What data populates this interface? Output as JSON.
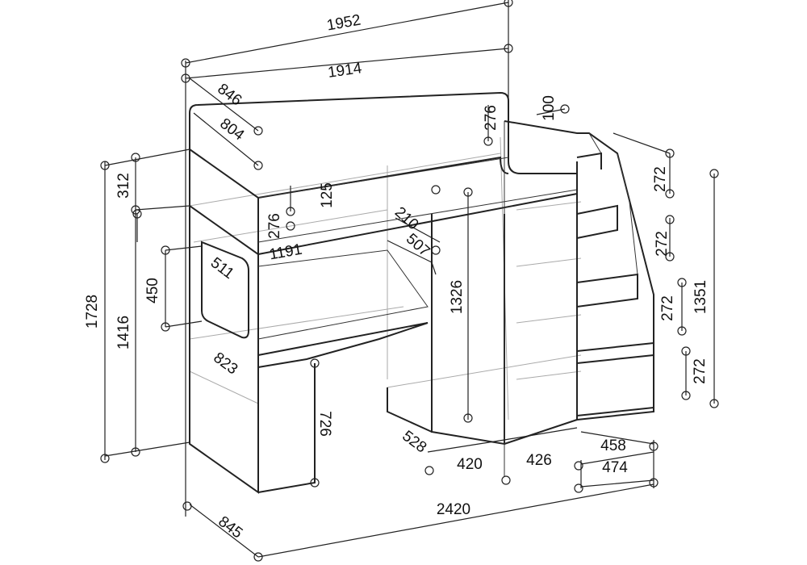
{
  "title": "Loft bed with desk, wardrobe and stair drawers – dimensions drawing",
  "units": "mm",
  "dimensions": {
    "overall_top_length": "1952",
    "inner_top_length": "1914",
    "bed_depth_outer": "846",
    "bed_depth_inner": "804",
    "rail_height_right": "276",
    "step_top": "100",
    "rail_height_left": "312",
    "shelf_gap": "125",
    "rail_height_inner": "276",
    "wardrobe_depth_a": "210",
    "wardrobe_depth_b": "507",
    "bed_inner_length": "1191",
    "window_width": "511",
    "window_height": "450",
    "total_height": "1728",
    "bed_base_height": "1416",
    "wardrobe_height": "1326",
    "step_1": "272",
    "step_2": "272",
    "step_3": "272",
    "stairs_height": "1351",
    "step_4": "272",
    "desk_depth": "823",
    "desk_height": "726",
    "wardrobe_base_depth": "528",
    "wardrobe_width": "420",
    "shelf_width": "426",
    "stairs_width_inner": "458",
    "stairs_width_outer": "474",
    "overall_length": "2420",
    "overall_depth": "845"
  }
}
